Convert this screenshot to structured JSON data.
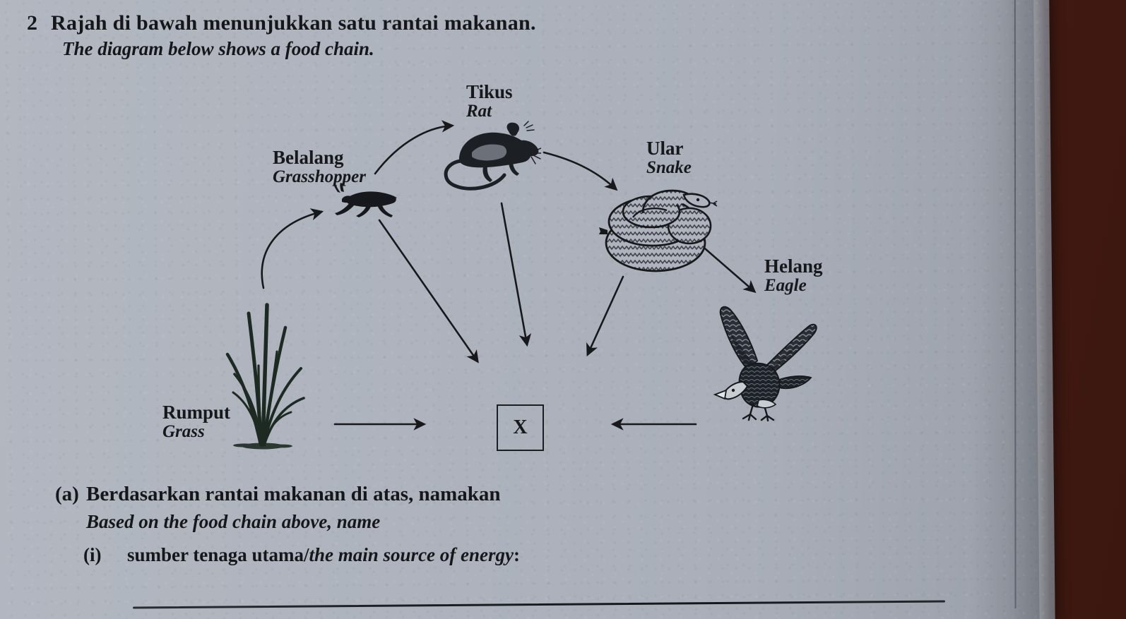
{
  "question": {
    "number": "2",
    "stem_malay": "Rajah di bawah menunjukkan satu rantai makanan.",
    "stem_english": "The diagram below shows a food chain."
  },
  "diagram": {
    "title": "food-chain",
    "nodes": [
      {
        "id": "grass",
        "malay": "Rumput",
        "english": "Grass",
        "icon": "grass-illustration"
      },
      {
        "id": "grasshopper",
        "malay": "Belalang",
        "english": "Grasshopper",
        "icon": "grasshopper-illustration"
      },
      {
        "id": "rat",
        "malay": "Tikus",
        "english": "Rat",
        "icon": "rat-illustration"
      },
      {
        "id": "snake",
        "malay": "Ular",
        "english": "Snake",
        "icon": "snake-illustration"
      },
      {
        "id": "eagle",
        "malay": "Helang",
        "english": "Eagle",
        "icon": "eagle-illustration"
      }
    ],
    "unknown_box": {
      "label": "X"
    },
    "arrows": [
      {
        "from": "grass",
        "to": "grasshopper",
        "style": "curved"
      },
      {
        "from": "grasshopper",
        "to": "rat",
        "style": "curved"
      },
      {
        "from": "rat",
        "to": "snake",
        "style": "curved"
      },
      {
        "from": "snake",
        "to": "eagle",
        "style": "straight"
      },
      {
        "from": "grasshopper",
        "to": "X",
        "style": "straight"
      },
      {
        "from": "rat",
        "to": "X",
        "style": "straight"
      },
      {
        "from": "snake",
        "to": "X",
        "style": "straight"
      },
      {
        "from": "grass",
        "to": "X",
        "style": "straight"
      },
      {
        "from": "eagle",
        "to": "X",
        "style": "straight"
      }
    ]
  },
  "parts": {
    "a": {
      "label": "(a)",
      "malay": "Berdasarkan rantai makanan di atas, namakan",
      "english": "Based on the food chain above, name",
      "sub": [
        {
          "label": "(i)",
          "malay": "sumber tenaga utama/",
          "english": "the main source of energy",
          "suffix": ":"
        }
      ]
    }
  },
  "colors": {
    "paper": "#aeb3bd",
    "ink": "#16181c",
    "backdrop": "#52221a",
    "margin_rule": "#5d6672"
  }
}
